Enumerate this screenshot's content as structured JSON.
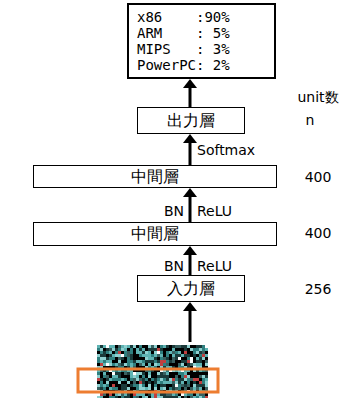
{
  "diagram": {
    "nodes": [
      {
        "text": [
          "x86    :90%",
          "ARM    : 5%",
          "MIPS   : 3%",
          "PowerPC: 2%"
        ]
      },
      {
        "text": [
          "出力層"
        ]
      },
      {
        "text": [
          "中間層"
        ]
      },
      {
        "text": [
          "中間層"
        ]
      },
      {
        "text": [
          "入力層"
        ]
      }
    ],
    "edges": [
      {
        "from": 1,
        "to": 0,
        "arrow": "to"
      },
      {
        "from": 2,
        "to": 1,
        "arrow": "to",
        "label": "Softmax"
      },
      {
        "from": 3,
        "to": 2,
        "arrow": "to"
      },
      {
        "from": 4,
        "to": 3,
        "arrow": "to"
      }
    ],
    "labels": [
      "unit数",
      "n",
      "400",
      "400",
      "256",
      "BN",
      "ReLU",
      "BN",
      "ReLU"
    ]
  }
}
